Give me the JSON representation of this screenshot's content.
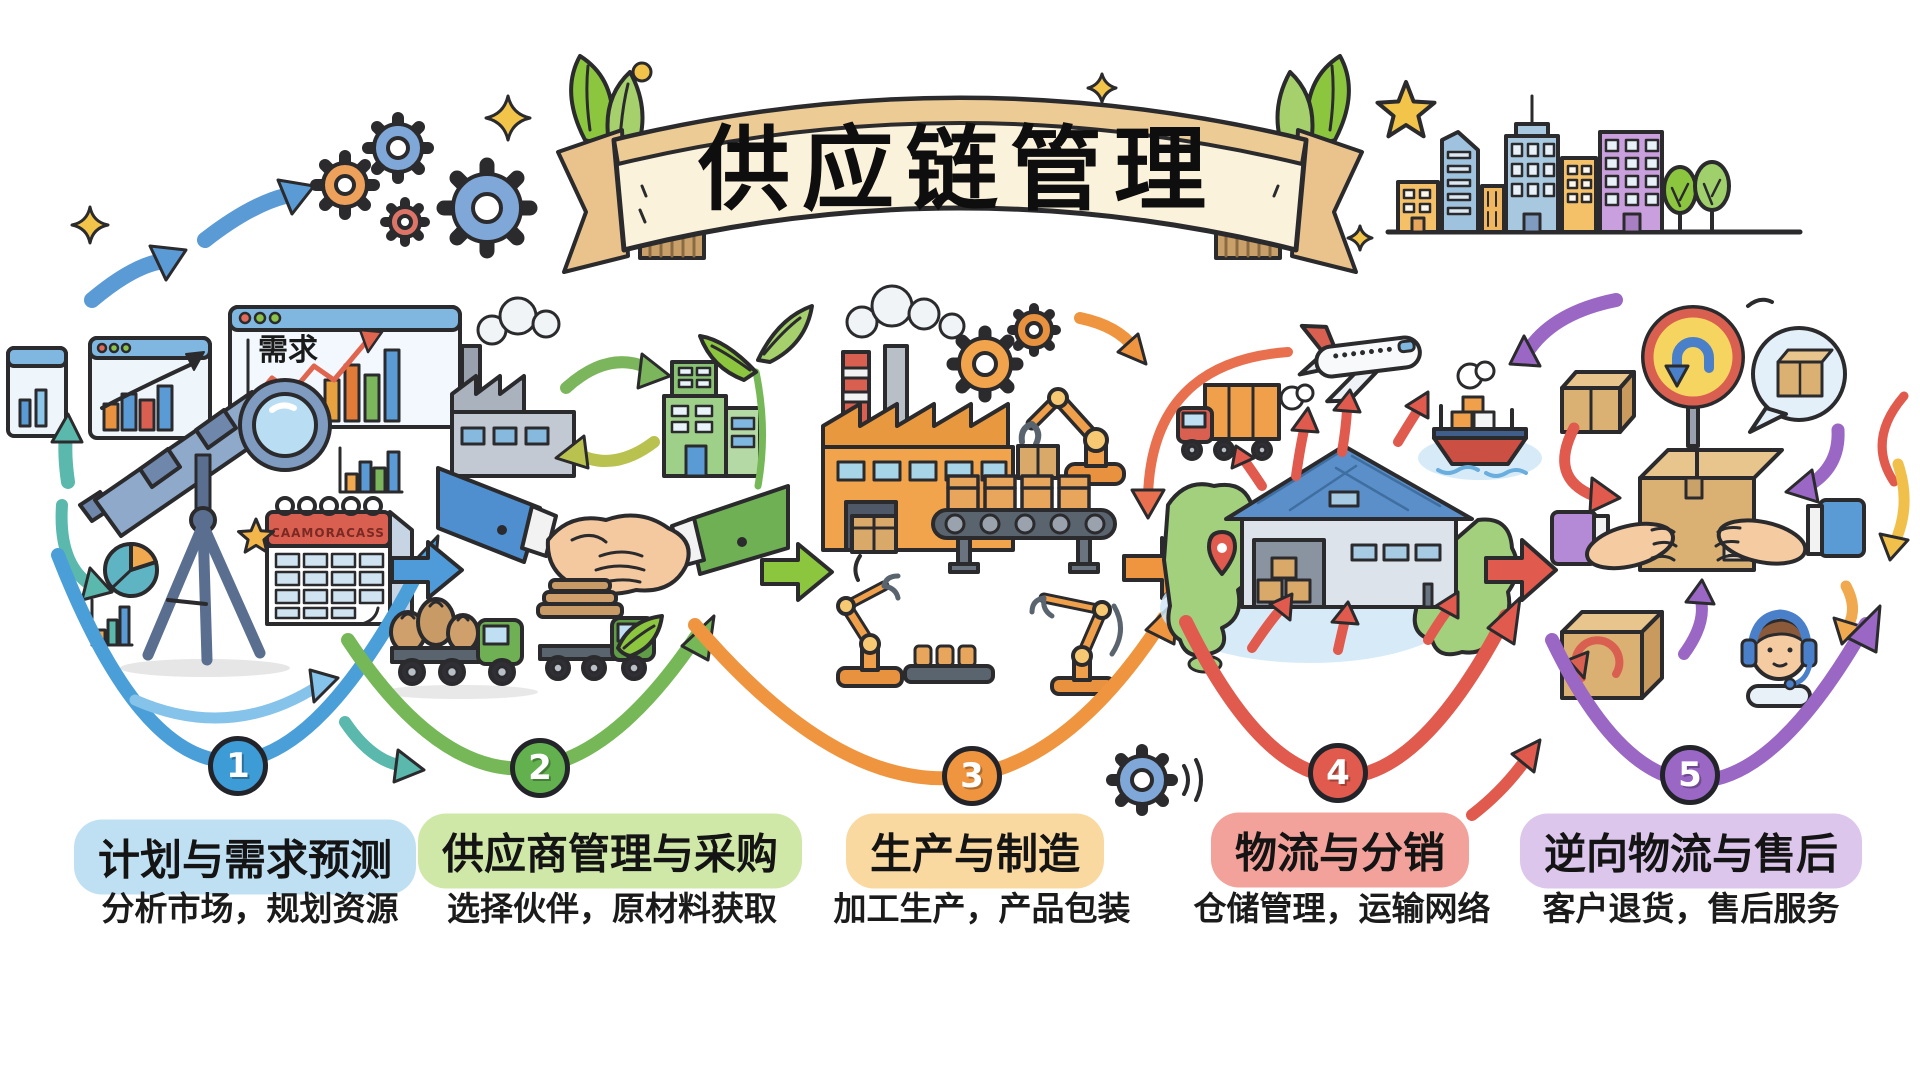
{
  "banner": {
    "title": "供应链管理"
  },
  "stages": [
    {
      "number": "1",
      "title": "计划与需求预测",
      "subtitle": "分析市场，规划资源",
      "badge_color": "#3d9bd6",
      "highlight_color": "#bfe0f2"
    },
    {
      "number": "2",
      "title": "供应商管理与采购",
      "subtitle": "选择伙伴，原材料获取",
      "badge_color": "#62b14e",
      "highlight_color": "#cfe8a8"
    },
    {
      "number": "3",
      "title": "生产与制造",
      "subtitle": "加工生产，产品包装",
      "badge_color": "#f0953f",
      "highlight_color": "#f9d9a0"
    },
    {
      "number": "4",
      "title": "物流与分销",
      "subtitle": "仓储管理，运输网络",
      "badge_color": "#e05a4e",
      "highlight_color": "#f2a29a"
    },
    {
      "number": "5",
      "title": "逆向物流与售后",
      "subtitle": "客户退货，售后服务",
      "badge_color": "#9a67c5",
      "highlight_color": "#dcc6ec"
    }
  ],
  "illustration_text": {
    "demand_window_label": "需求",
    "calendar_header": "CAAMORACASS"
  },
  "icons": [
    "telescope-icon",
    "analytics-window-icon",
    "demand-window-icon",
    "calendar-icon",
    "pie-chart-icon",
    "bar-chart-icon",
    "growth-arrow-icon",
    "gear-icon",
    "sparkle-icon",
    "banner-ribbon-icon",
    "leaf-icon",
    "city-skyline-icon",
    "star-icon",
    "factory-icon",
    "recycle-arrows-icon",
    "handshake-icon",
    "truck-icon",
    "sprout-icon",
    "robot-arm-icon",
    "conveyor-belt-icon",
    "airplane-icon",
    "warehouse-icon",
    "world-map-icon",
    "cargo-ship-icon",
    "location-pin-icon",
    "return-sign-icon",
    "speech-bubble-icon",
    "package-icon",
    "package-handover-icon",
    "support-agent-icon",
    "u-turn-arrow-icon"
  ],
  "colors": {
    "outline": "#2b2b2e",
    "background": "#ffffff",
    "banner_fill": "#fbf2dc",
    "banner_trim": "#eccb95",
    "stage1": "#3d9bd6",
    "stage2": "#62b14e",
    "stage3": "#f0953f",
    "stage4": "#e05a4e",
    "stage5": "#9a67c5"
  }
}
